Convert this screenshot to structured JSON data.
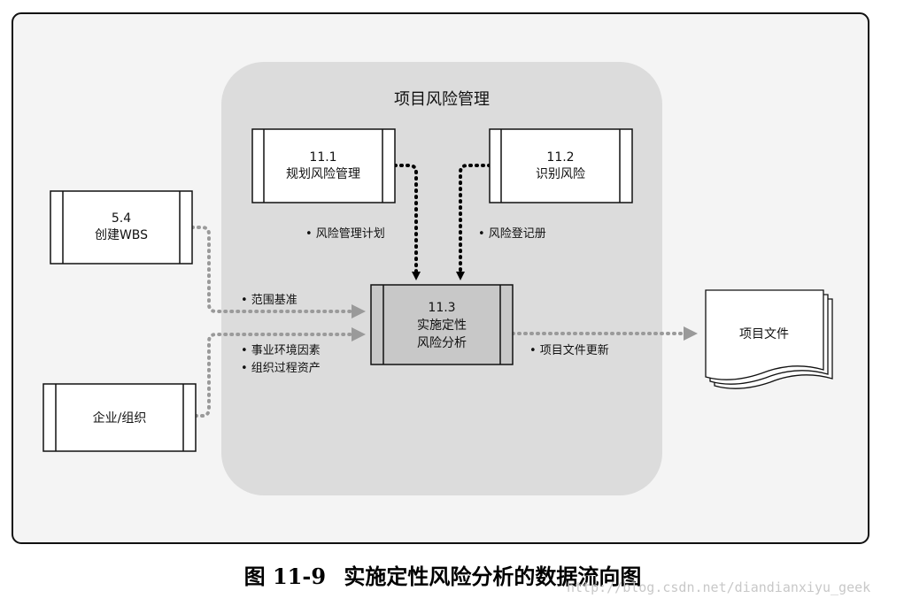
{
  "group_title": "项目风险管理",
  "processes": {
    "p11_1": {
      "number": "11.1",
      "name": "规划风险管理"
    },
    "p11_2": {
      "number": "11.2",
      "name": "识别风险"
    },
    "p11_3": {
      "number": "11.3",
      "name_line1": "实施定性",
      "name_line2": "风险分析"
    },
    "p5_4": {
      "number": "5.4",
      "name": "创建WBS"
    }
  },
  "external": {
    "enterprise": "企业/组织",
    "project_documents": "项目文件"
  },
  "flows": {
    "risk_plan": "• 风险管理计划",
    "risk_register": "• 风险登记册",
    "scope_baseline": "• 范围基准",
    "eef": "• 事业环境因素",
    "opa": "• 组织过程资产",
    "doc_updates": "• 项目文件更新"
  },
  "caption": {
    "figure_number": "图 11-9",
    "title": "实施定性风险分析的数据流向图"
  },
  "watermark": "http://blog.csdn.net/diandianxiyu_geek",
  "colors": {
    "group_fill": "#dcdcdc",
    "process_fill": "#c8c8c8",
    "input_arrow": "#9a9a9a",
    "plan_arrow": "#000000"
  }
}
